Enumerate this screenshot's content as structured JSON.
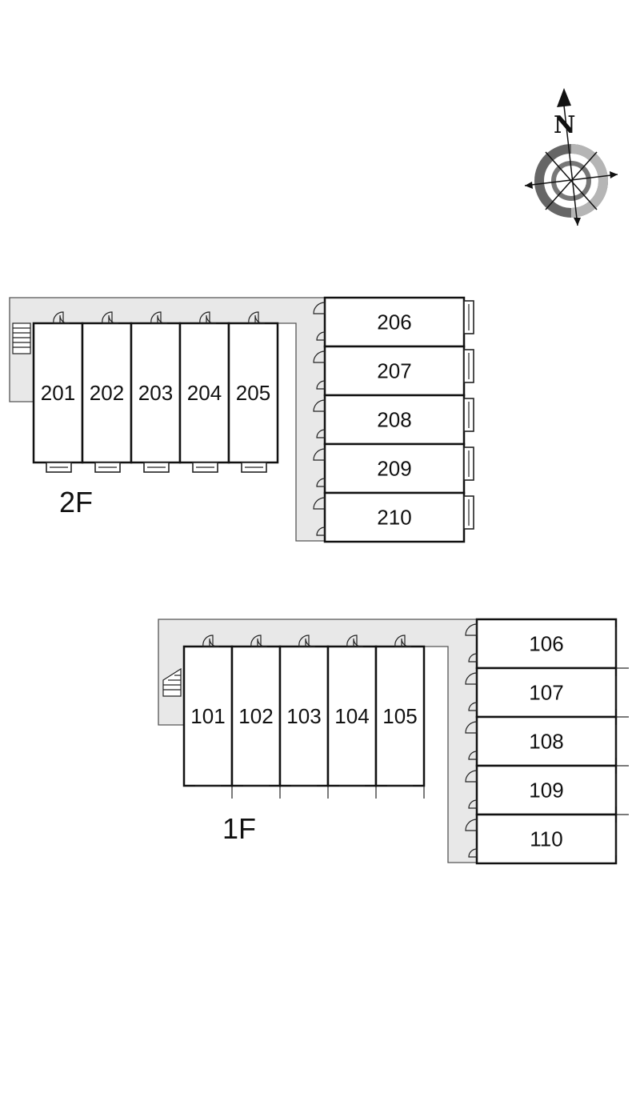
{
  "compass": {
    "north_label": "N"
  },
  "floors": [
    {
      "label": "2F",
      "west_units": [
        "201",
        "202",
        "203",
        "204",
        "205"
      ],
      "east_units": [
        "206",
        "207",
        "208",
        "209",
        "210"
      ]
    },
    {
      "label": "1F",
      "west_units": [
        "101",
        "102",
        "103",
        "104",
        "105"
      ],
      "east_units": [
        "106",
        "107",
        "108",
        "109",
        "110"
      ]
    }
  ]
}
